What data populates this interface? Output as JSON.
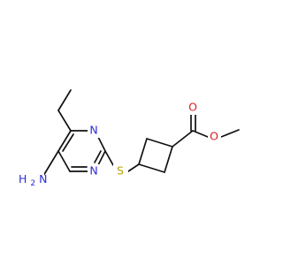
{
  "molecule": {
    "colors": {
      "carbon": "#111111",
      "nitrogen": "#2b2bd9",
      "oxygen": "#d62020",
      "sulfur": "#b8a300",
      "background": "#ffffff"
    },
    "atoms": {
      "ring_n_upper": "N",
      "ring_n_lower": "N",
      "sulfur": "S",
      "carbonyl_oxygen": "O",
      "ester_oxygen": "O",
      "amine": "H2N"
    },
    "amine": {
      "hydrogen": "H",
      "subscript": "2",
      "nitrogen": "N"
    }
  }
}
